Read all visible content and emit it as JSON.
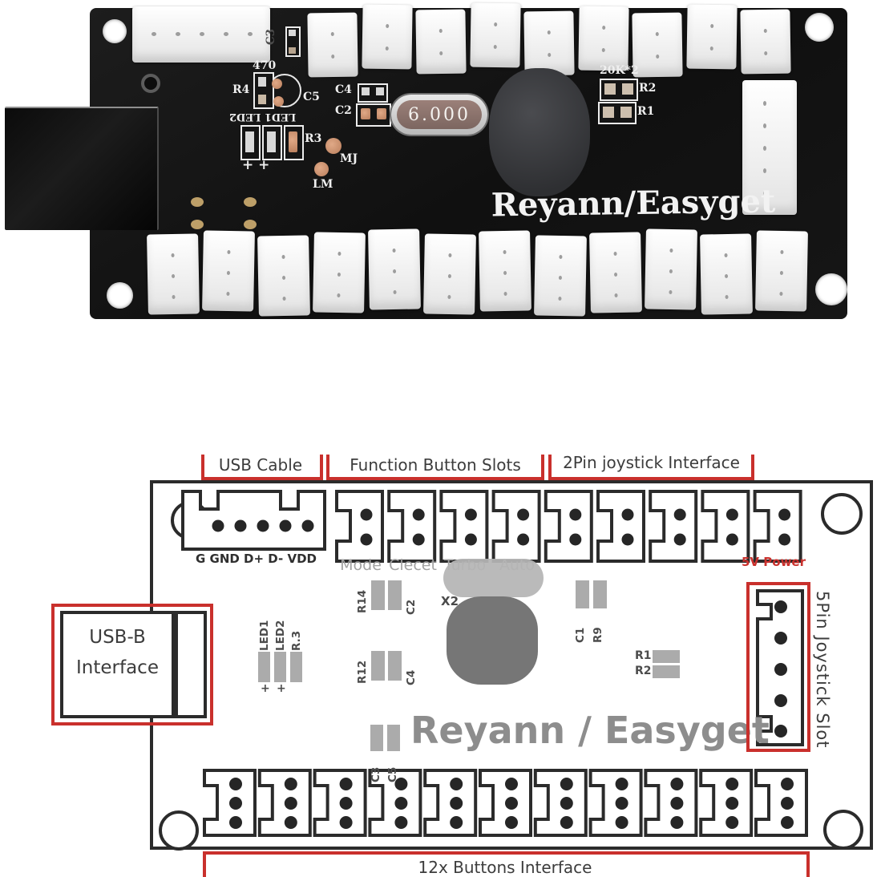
{
  "colors": {
    "accent_red": "#c9302c",
    "diagram_line": "#2b2b2b",
    "component_gray": "#ababab",
    "brand_gray": "#8d8d8d",
    "pcb_black": "#141414"
  },
  "photo": {
    "brand": "Reyann/Easyget",
    "crystal_value": "6.000",
    "top_connector_count": 9,
    "bottom_connector_count": 12,
    "labels": {
      "c3": "C3",
      "r470": "470",
      "r4": "R4",
      "c5": "C5",
      "c4": "C4",
      "c2": "C2",
      "led_pair": "LED1 LED2",
      "r3": "R3",
      "mj": "MJ",
      "lm": "LM",
      "k20": "20K*2",
      "r2": "R2",
      "r1": "R1",
      "plus": "+  +"
    }
  },
  "diagram": {
    "brackets": {
      "usb": "USB Cable",
      "function": "Function Button Slots",
      "joystick2pin": "2Pin joystick Interface",
      "buttons": "12x Buttons Interface"
    },
    "usb_pins_label": "G GND D+ D- VDD",
    "function_labels": [
      "Mode",
      "Clecet",
      "Turbo",
      "Auto"
    ],
    "power_label": "5V Power",
    "usbb_line1": "USB-B",
    "usbb_line2": "Interface",
    "slot5pin_label": "5Pin Joystick Slot",
    "brand": "Reyann / Easyget",
    "top_connector_count": 9,
    "bottom_connector_count": 11,
    "components": {
      "led1": "LED1",
      "led2": "LED2",
      "r3": "R.3",
      "plus1": "+",
      "plus2": "+",
      "r14": "R14",
      "c2": "C2",
      "r12": "R12",
      "c4": "C4",
      "x2": "X2",
      "c1": "C1",
      "r9": "R9",
      "r1": "R1",
      "r2": "R2",
      "c3": "C3",
      "c5": "C5"
    }
  }
}
